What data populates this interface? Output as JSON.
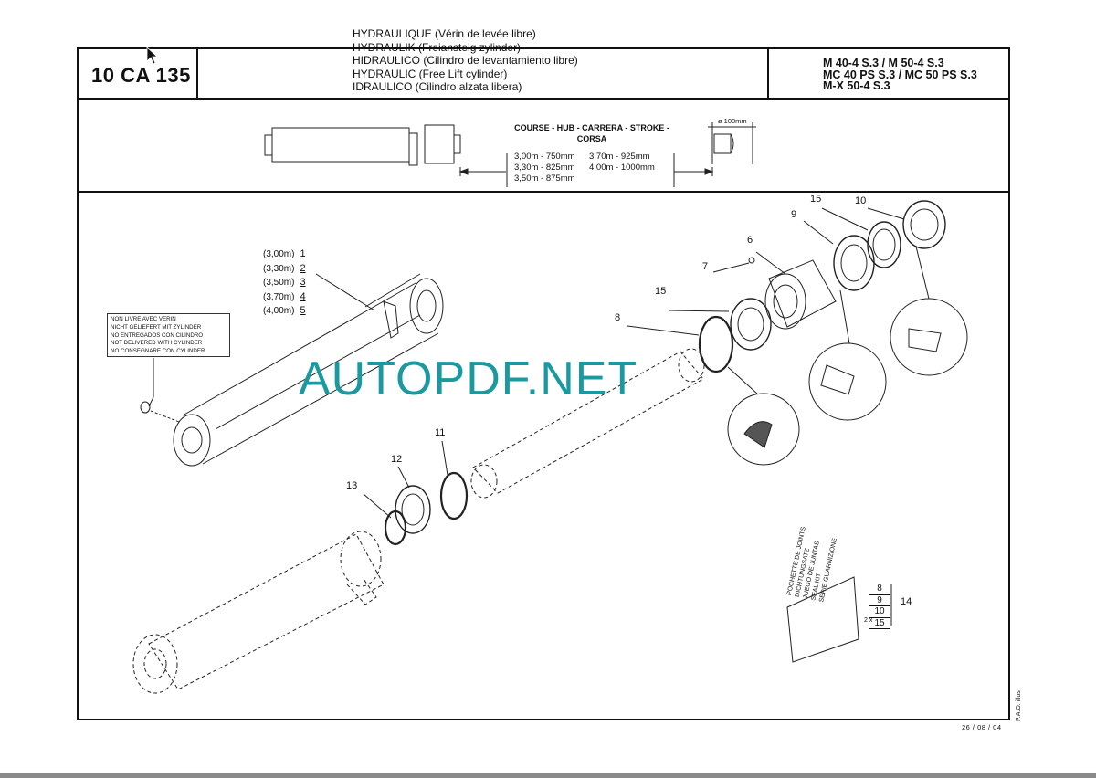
{
  "header": {
    "code": "10 CA 135",
    "titles": [
      "HYDRAULIQUE (Vérin de levée libre)",
      "HYDRAULIK (Freiansteig zylinder)",
      "HIDRAULICO (Cilindro de levantamiento libre)",
      "HYDRAULIC (Free Lift cylinder)",
      "IDRAULICO (Cilindro alzata libera)"
    ],
    "models": [
      "M 40-4 S.3 / M 50-4 S.3",
      "MC 40 PS S.3 / MC 50 PS S.3",
      "M-X 50-4 S.3"
    ]
  },
  "stroke": {
    "title": "COURSE - HUB - CARRERA - STROKE - CORSA",
    "values": [
      [
        "3,00m - 750mm",
        "3,70m -  925mm"
      ],
      [
        "3,30m - 825mm",
        "4,00m - 1000mm"
      ],
      [
        "3,50m - 875mm",
        ""
      ]
    ],
    "diameter": "ø 100mm"
  },
  "lengths": [
    {
      "label": "(3,00m)",
      "num": "1"
    },
    {
      "label": "(3,30m)",
      "num": "2"
    },
    {
      "label": "(3,50m)",
      "num": "3"
    },
    {
      "label": "(3,70m)",
      "num": "4"
    },
    {
      "label": "(4,00m)",
      "num": "5"
    }
  ],
  "note": [
    "NON LIVRE AVEC VERIN",
    "NICHT GELIEFERT MIT ZYLINDER",
    "NO ENTREGADOS CON CILINDRO",
    "NOT DELIVERED WITH CYLINDER",
    "NO CONSEGNARE CON CYLINDER"
  ],
  "parts": {
    "p6": "6",
    "p7": "7",
    "p8": "8",
    "p9": "9",
    "p10": "10",
    "p11": "11",
    "p12": "12",
    "p13": "13",
    "p15a": "15",
    "p15b": "15"
  },
  "kit": {
    "labels": [
      "POCHETTE DE JOINTS",
      "DICHTUNGSATZ",
      "JUEGO DE JUNTAS",
      "SEAL KIT",
      "SERIE GUARNIZIONE"
    ],
    "items": [
      "8",
      "9",
      "10",
      "15"
    ],
    "qty": "2 x",
    "ref": "14"
  },
  "watermark": "AUTOPDF.NET",
  "footer": {
    "date": "26 / 08 / 04",
    "illus": "P.A.O. illus"
  }
}
